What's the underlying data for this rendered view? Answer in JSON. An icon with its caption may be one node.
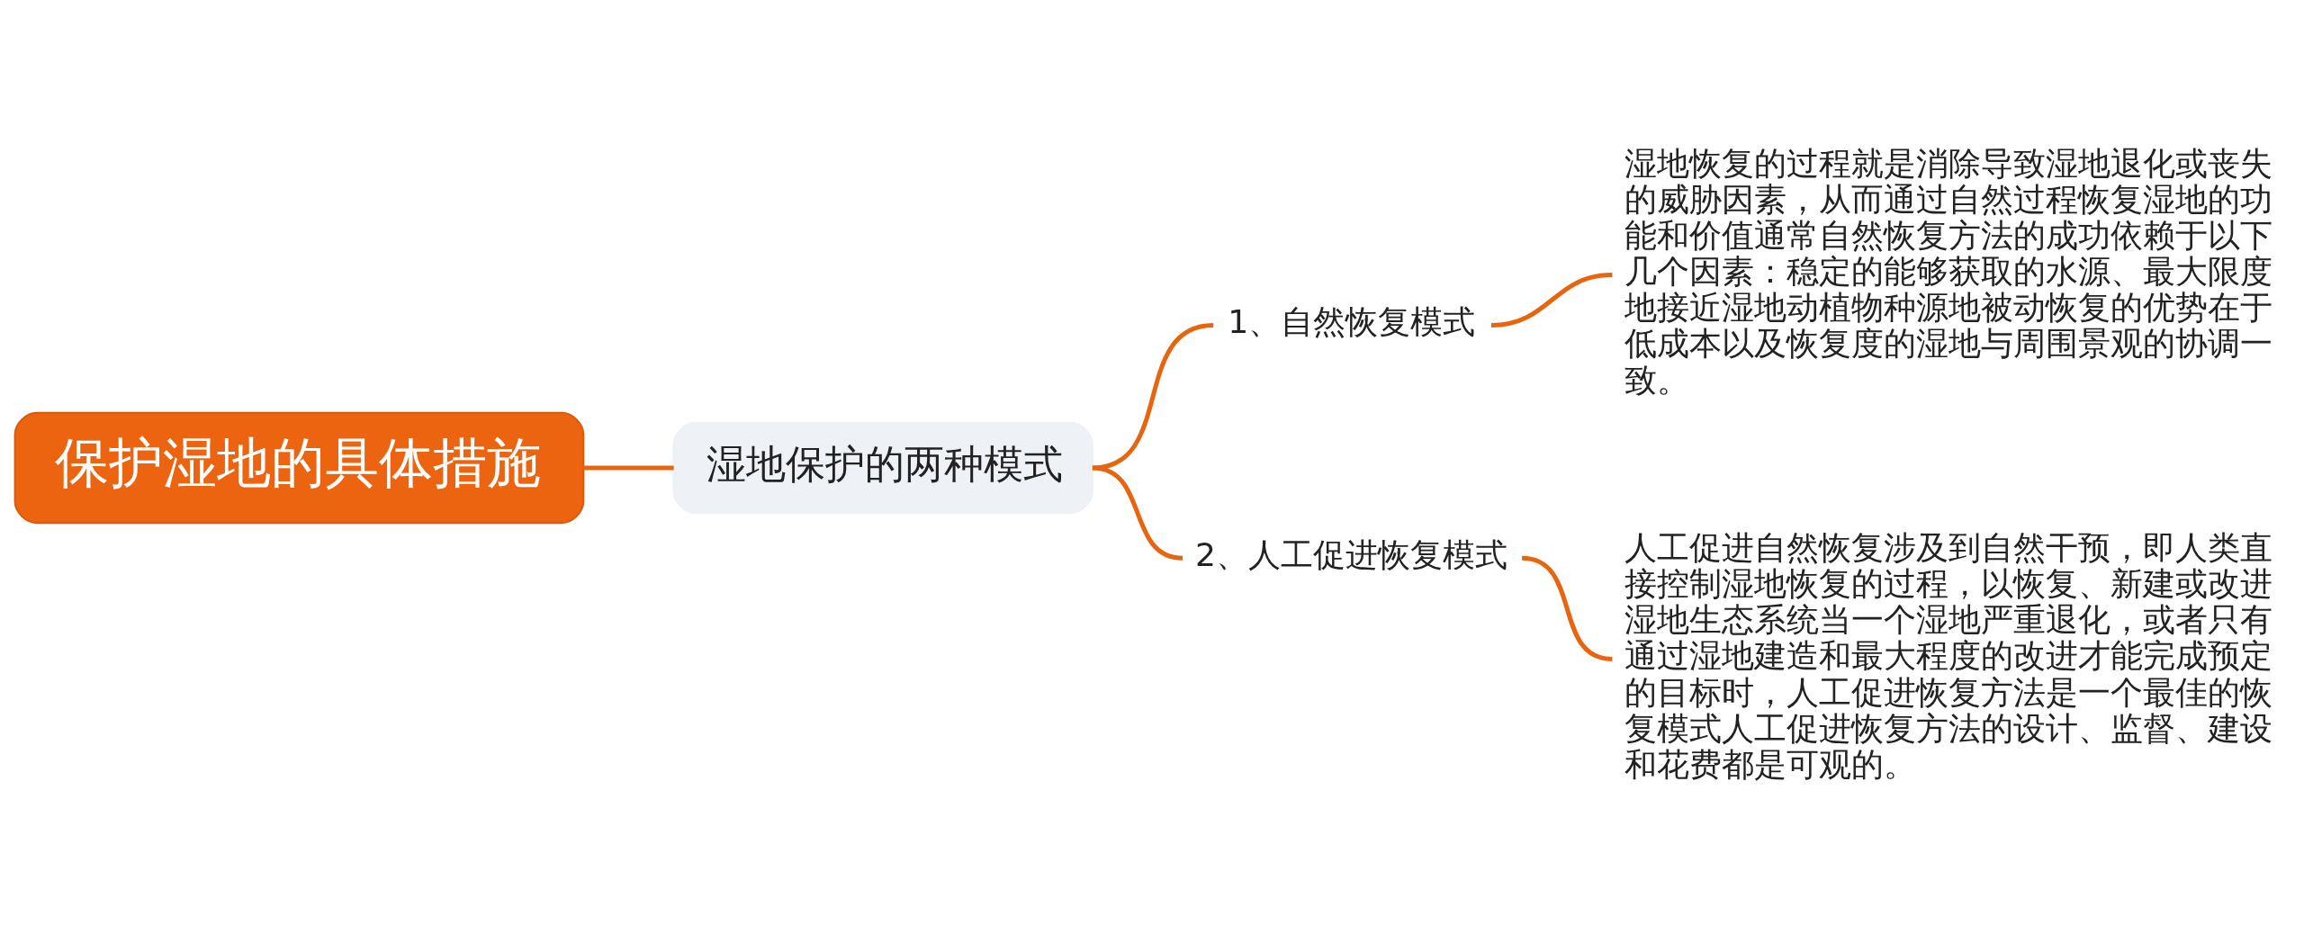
{
  "diagram": {
    "nodes": [
      {
        "text": [
          "保护湿地的具体措施"
        ]
      },
      {
        "text": [
          "湿地保护的两种模式"
        ]
      },
      {
        "text": [
          "1、自然恢复模式"
        ]
      },
      {
        "text": [
          "湿地恢复的过程就是消除导致湿地退化或丧失的威胁因素，从而通过自然过程恢复湿地的功能和价值通常自然恢复方法的成功依赖于以下几个因素：稳定的能够获取的水源、最大限度地接近湿地动植物种源地被动恢复的优势在于低成本以及恢复度的湿地与周围景观的协调一致。"
        ]
      },
      {
        "text": [
          "2、人工促进恢复模式"
        ]
      },
      {
        "text": [
          "人工促进自然恢复涉及到自然干预，即人类直接控制湿地恢复的过程，以恢复、新建或改进湿地生态系统当一个湿地严重退化，或者只有通过湿地建造和最大程度的改进才能完成预定的目标时，人工促进恢复方法是一个最佳的恢复模式人工促进恢复方法的设计、监督、建设和花费都是可观的。"
        ]
      }
    ],
    "edges": [
      {
        "from": 0,
        "to": 1,
        "arrow": "none"
      },
      {
        "from": 1,
        "to": 2,
        "arrow": "none"
      },
      {
        "from": 2,
        "to": 3,
        "arrow": "none"
      },
      {
        "from": 1,
        "to": 4,
        "arrow": "none"
      },
      {
        "from": 4,
        "to": 5,
        "arrow": "none"
      }
    ]
  }
}
